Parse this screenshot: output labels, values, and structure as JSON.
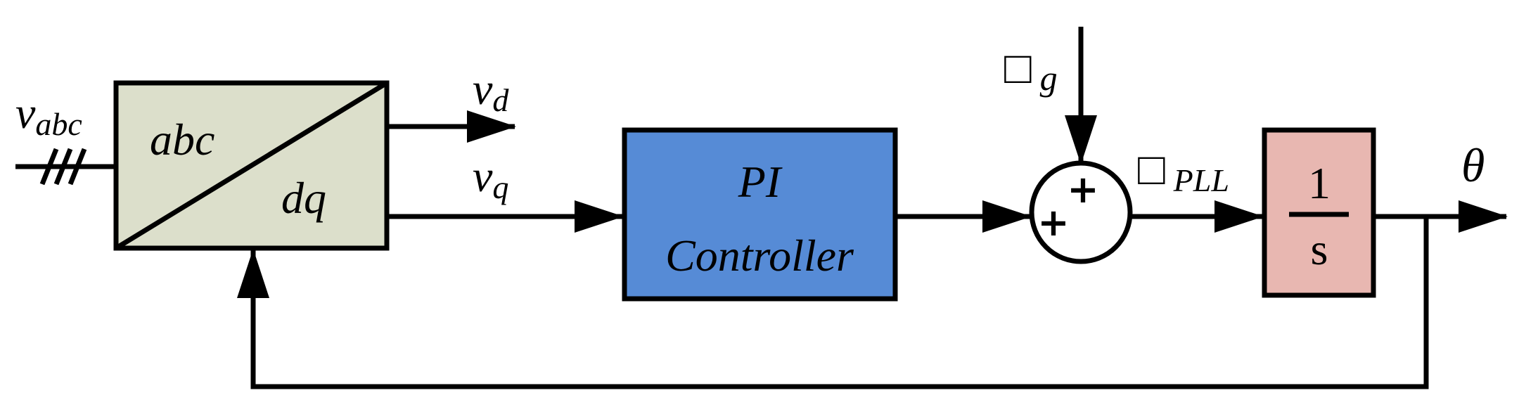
{
  "diagram": {
    "input_label": {
      "main": "v",
      "sub": "abc"
    },
    "transform_block": {
      "top_text": "abc",
      "bottom_text": "dq",
      "fill": "#dcdfcb"
    },
    "vd_label": {
      "main": "v",
      "sub": "d"
    },
    "vq_label": {
      "main": "v",
      "sub": "q"
    },
    "pi_block": {
      "line1": "PI",
      "line2": "Controller",
      "fill": "#568bd6"
    },
    "omega_g_label": {
      "main": "□",
      "sub": "g"
    },
    "summer": {
      "sign_top": "+",
      "sign_left": "+"
    },
    "omega_pll_label": {
      "main": "□",
      "sub": "PLL"
    },
    "integrator_block": {
      "numerator": "1",
      "denominator": "s",
      "fill": "#e8b7b1"
    },
    "output_label": "θ"
  }
}
